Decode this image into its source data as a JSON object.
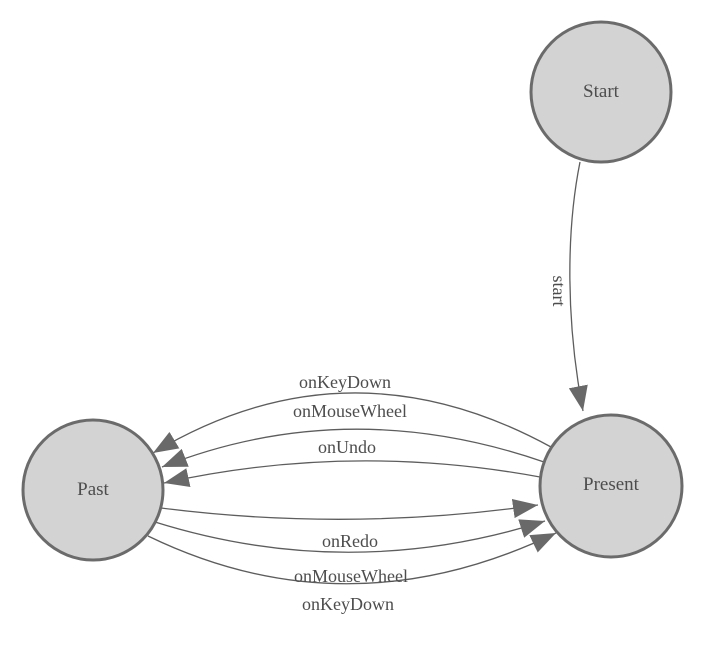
{
  "diagram": {
    "type": "state-machine",
    "nodes": [
      {
        "id": "start",
        "label": "Start"
      },
      {
        "id": "present",
        "label": "Present"
      },
      {
        "id": "past",
        "label": "Past"
      }
    ],
    "edges": [
      {
        "from": "start",
        "to": "present",
        "label": "start"
      },
      {
        "from": "present",
        "to": "past",
        "label": "onKeyDown"
      },
      {
        "from": "present",
        "to": "past",
        "label": "onMouseWheel"
      },
      {
        "from": "present",
        "to": "past",
        "label": "onUndo"
      },
      {
        "from": "past",
        "to": "present",
        "label": "onRedo"
      },
      {
        "from": "past",
        "to": "present",
        "label": "onMouseWheel"
      },
      {
        "from": "past",
        "to": "present",
        "label": "onKeyDown"
      }
    ],
    "colors": {
      "node_fill": "#d3d3d3",
      "node_stroke": "#6b6b6b",
      "edge_stroke": "#5d5d5d",
      "arrow_fill": "#696969",
      "label_text": "#4d4d4d"
    }
  }
}
